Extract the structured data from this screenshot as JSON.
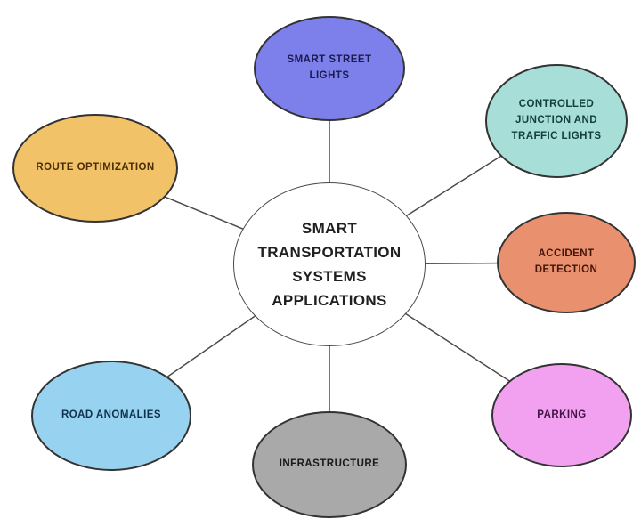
{
  "diagram": {
    "title": "Smart Transportation Systems Applications mind map",
    "center": {
      "label": "SMART TRANSPORTATION SYSTEMS APPLICATIONS",
      "fill": "#ffffff",
      "text_color": "#1f1f1f"
    },
    "nodes": [
      {
        "id": "smart-street-lights",
        "label": "SMART STREET LIGHTS",
        "fill": "#7d80ea",
        "text_color": "#1b1b4d",
        "position": "top"
      },
      {
        "id": "controlled-junction-and-traffic-lights",
        "label": "CONTROLLED JUNCTION AND TRAFFIC LIGHTS",
        "fill": "#a7ded8",
        "text_color": "#12403d",
        "position": "top-right"
      },
      {
        "id": "accident-detection",
        "label": "ACCIDENT DETECTION",
        "fill": "#e9916f",
        "text_color": "#431408",
        "position": "right"
      },
      {
        "id": "parking",
        "label": "PARKING",
        "fill": "#f2a1f0",
        "text_color": "#401445",
        "position": "bottom-right"
      },
      {
        "id": "infrastructure",
        "label": "INFRASTRUCTURE",
        "fill": "#a9a9a9",
        "text_color": "#1a1a1a",
        "position": "bottom"
      },
      {
        "id": "road-anomalies",
        "label": "ROAD ANOMALIES",
        "fill": "#97d3f0",
        "text_color": "#10324c",
        "position": "bottom-left"
      },
      {
        "id": "route-optimization",
        "label": "ROUTE OPTIMIZATION",
        "fill": "#f2c269",
        "text_color": "#4a2e05",
        "position": "left"
      }
    ],
    "line_color": "#4a4a4a",
    "border_color": "#333333"
  }
}
